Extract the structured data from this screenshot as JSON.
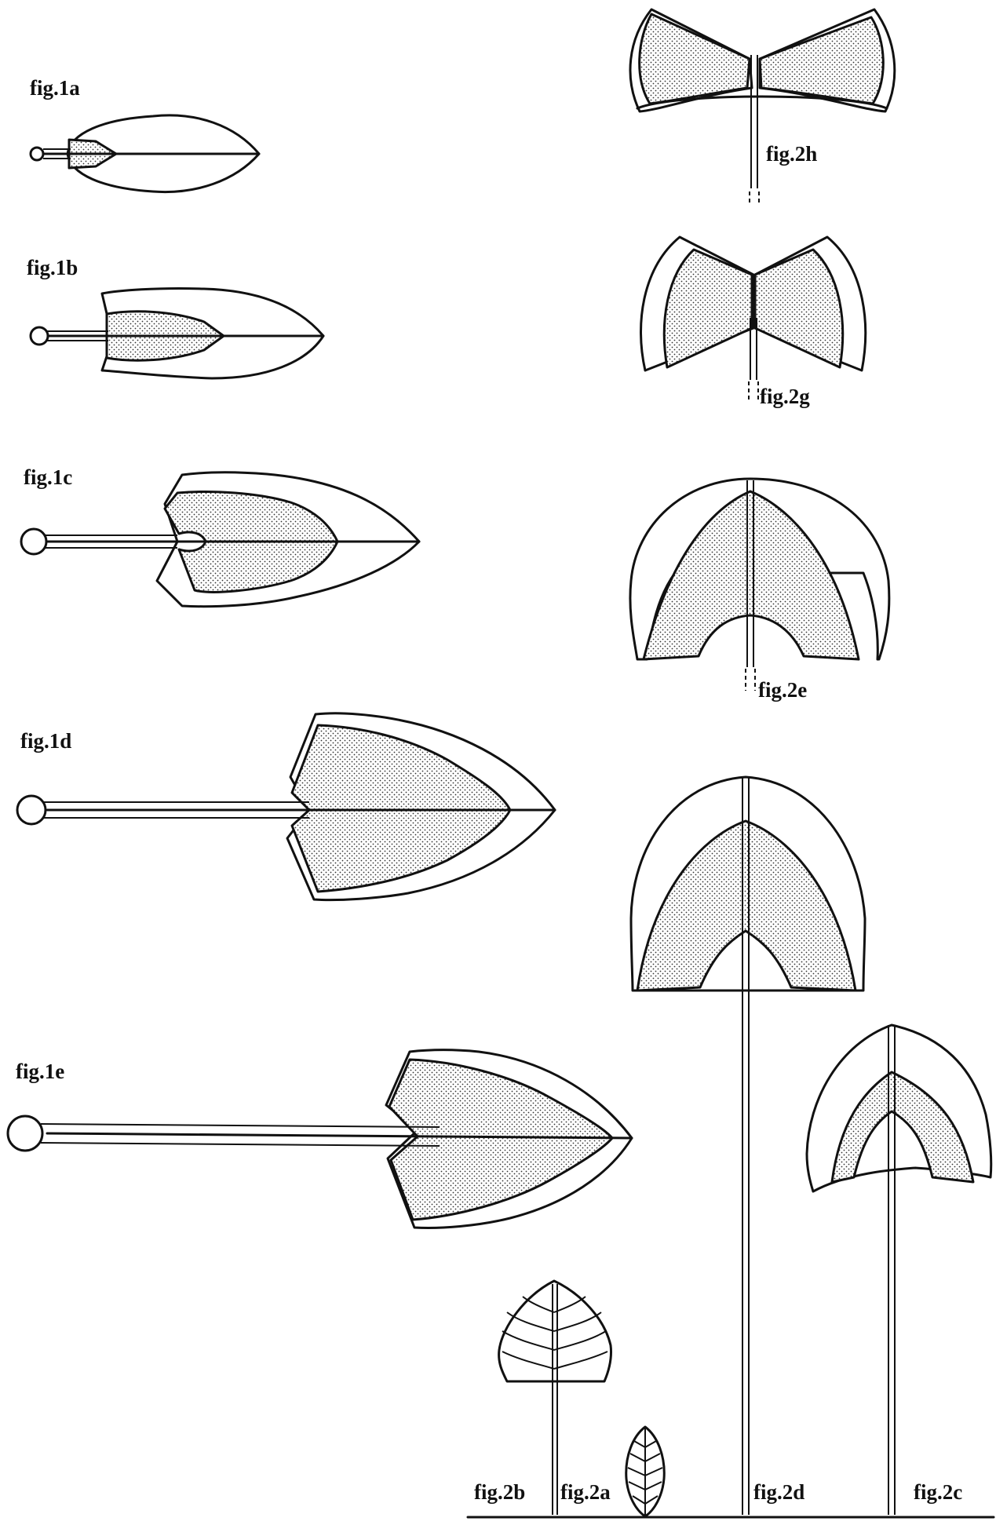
{
  "figures": {
    "fig1a": {
      "label": "fig.1a"
    },
    "fig1b": {
      "label": "fig.1b"
    },
    "fig1c": {
      "label": "fig.1c"
    },
    "fig1d": {
      "label": "fig.1d"
    },
    "fig1e": {
      "label": "fig.1e"
    },
    "fig2a": {
      "label": "fig.2a"
    },
    "fig2b": {
      "label": "fig.2b"
    },
    "fig2c": {
      "label": "fig.2c"
    },
    "fig2d": {
      "label": "fig.2d"
    },
    "fig2e": {
      "label": "fig.2e"
    },
    "fig2g": {
      "label": "fig.2g"
    },
    "fig2h": {
      "label": "fig.2h"
    }
  },
  "colors": {
    "ink": "#111111",
    "paper": "#ffffff"
  }
}
